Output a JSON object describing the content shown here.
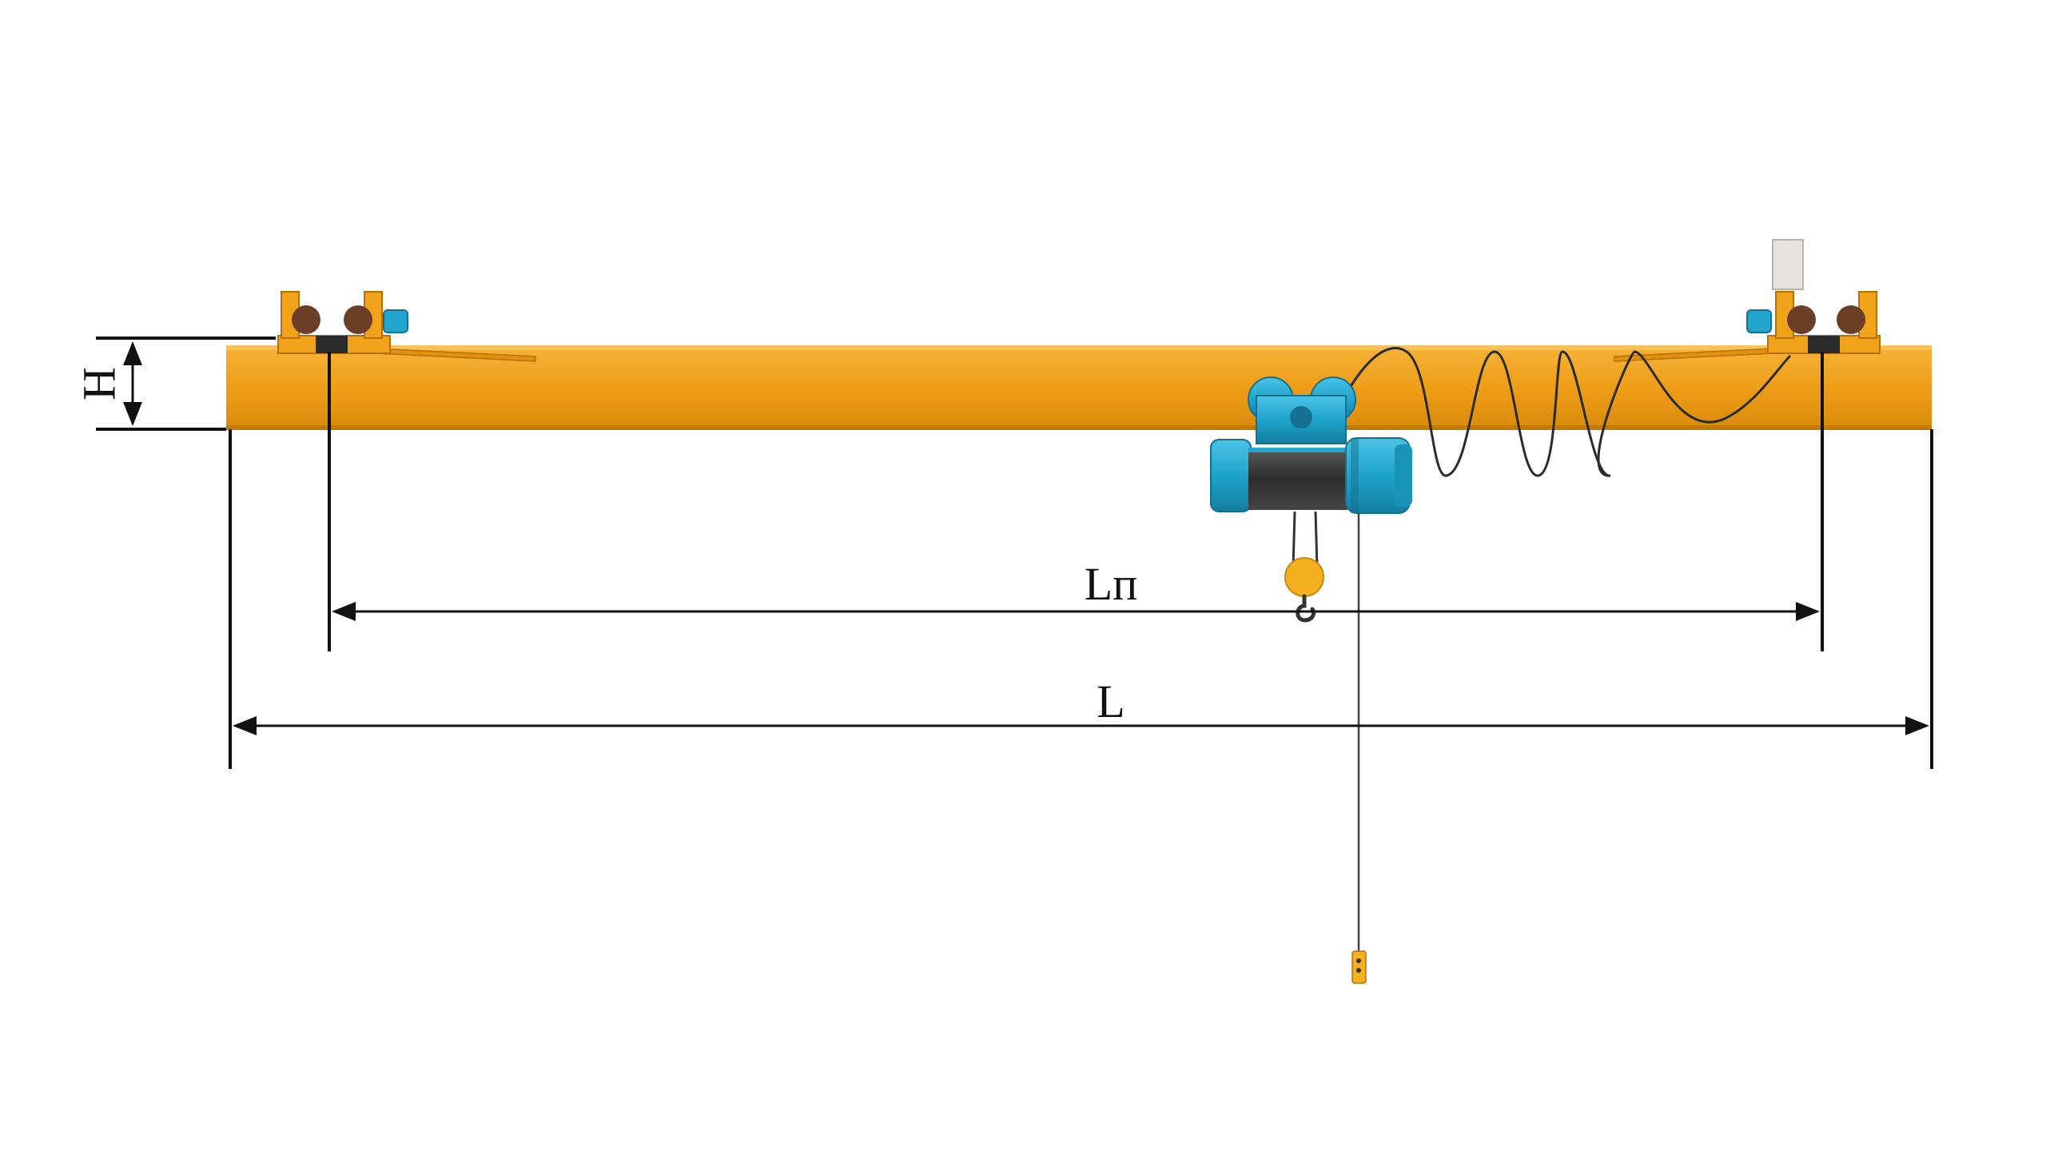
{
  "labels": {
    "height": "H",
    "runway_span": "Lп",
    "total_length": "L"
  },
  "colors": {
    "beam": "#F0A21A",
    "beam_edge": "#C07A08",
    "hoist": "#22A6CE",
    "hoist_dark": "#14708E",
    "hook_block": "#F5B020",
    "dimension_line": "#111111",
    "wheel": "#6B3F26",
    "cable": "#2B2B2B"
  },
  "icons": {
    "hoist": "electric-hoist-icon",
    "hook": "crane-hook-icon",
    "pendant": "pendant-control-icon",
    "end_carriage": "end-carriage-icon"
  }
}
